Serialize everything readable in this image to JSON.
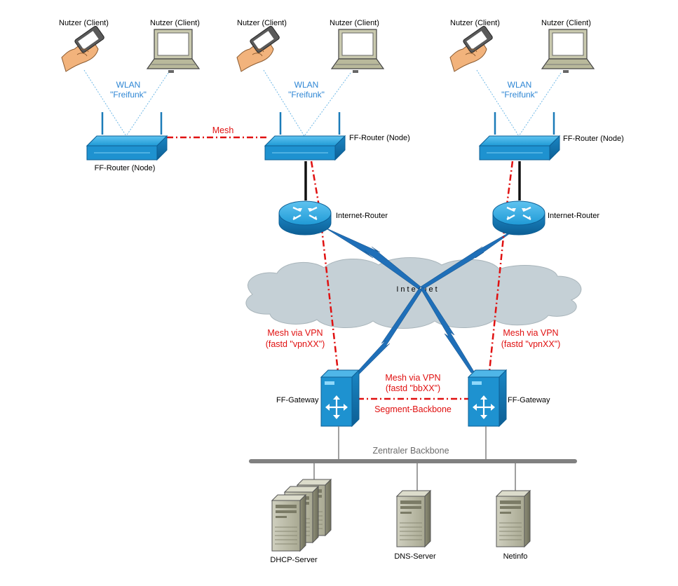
{
  "labels": {
    "client_phone": "Nutzer (Client)",
    "client_laptop": "Nutzer (Client)",
    "wlan_line1": "WLAN",
    "wlan_line2": "\"Freifunk\"",
    "mesh": "Mesh",
    "ff_router": "FF-Router (Node)",
    "internet_router": "Internet-Router",
    "internet": "Internet",
    "mesh_vpn_line1": "Mesh via VPN",
    "mesh_vpn_line2": "(fastd \"vpnXX\")",
    "mesh_bb_line1": "Mesh via VPN",
    "mesh_bb_line2": "(fastd \"bbXX\")",
    "segment_backbone": "Segment-Backbone",
    "ff_gateway": "FF-Gateway",
    "central_backbone": "Zentraler Backbone",
    "dhcp_server": "DHCP-Server",
    "dns_server": "DNS-Server",
    "netinfo": "Netinfo"
  },
  "colors": {
    "mesh_link": "#e01010",
    "wlan_text": "#2e86d4",
    "device_blue": "#1a8ccc",
    "backbone": "#808080",
    "cloud": "#c5d0d6"
  },
  "icons": {
    "client_phone": "hand-phone-icon",
    "client_laptop": "laptop-icon",
    "ff_router": "wireless-router-icon",
    "internet_router": "router-icon",
    "ff_gateway": "gateway-icon",
    "server": "server-tower-icon"
  }
}
